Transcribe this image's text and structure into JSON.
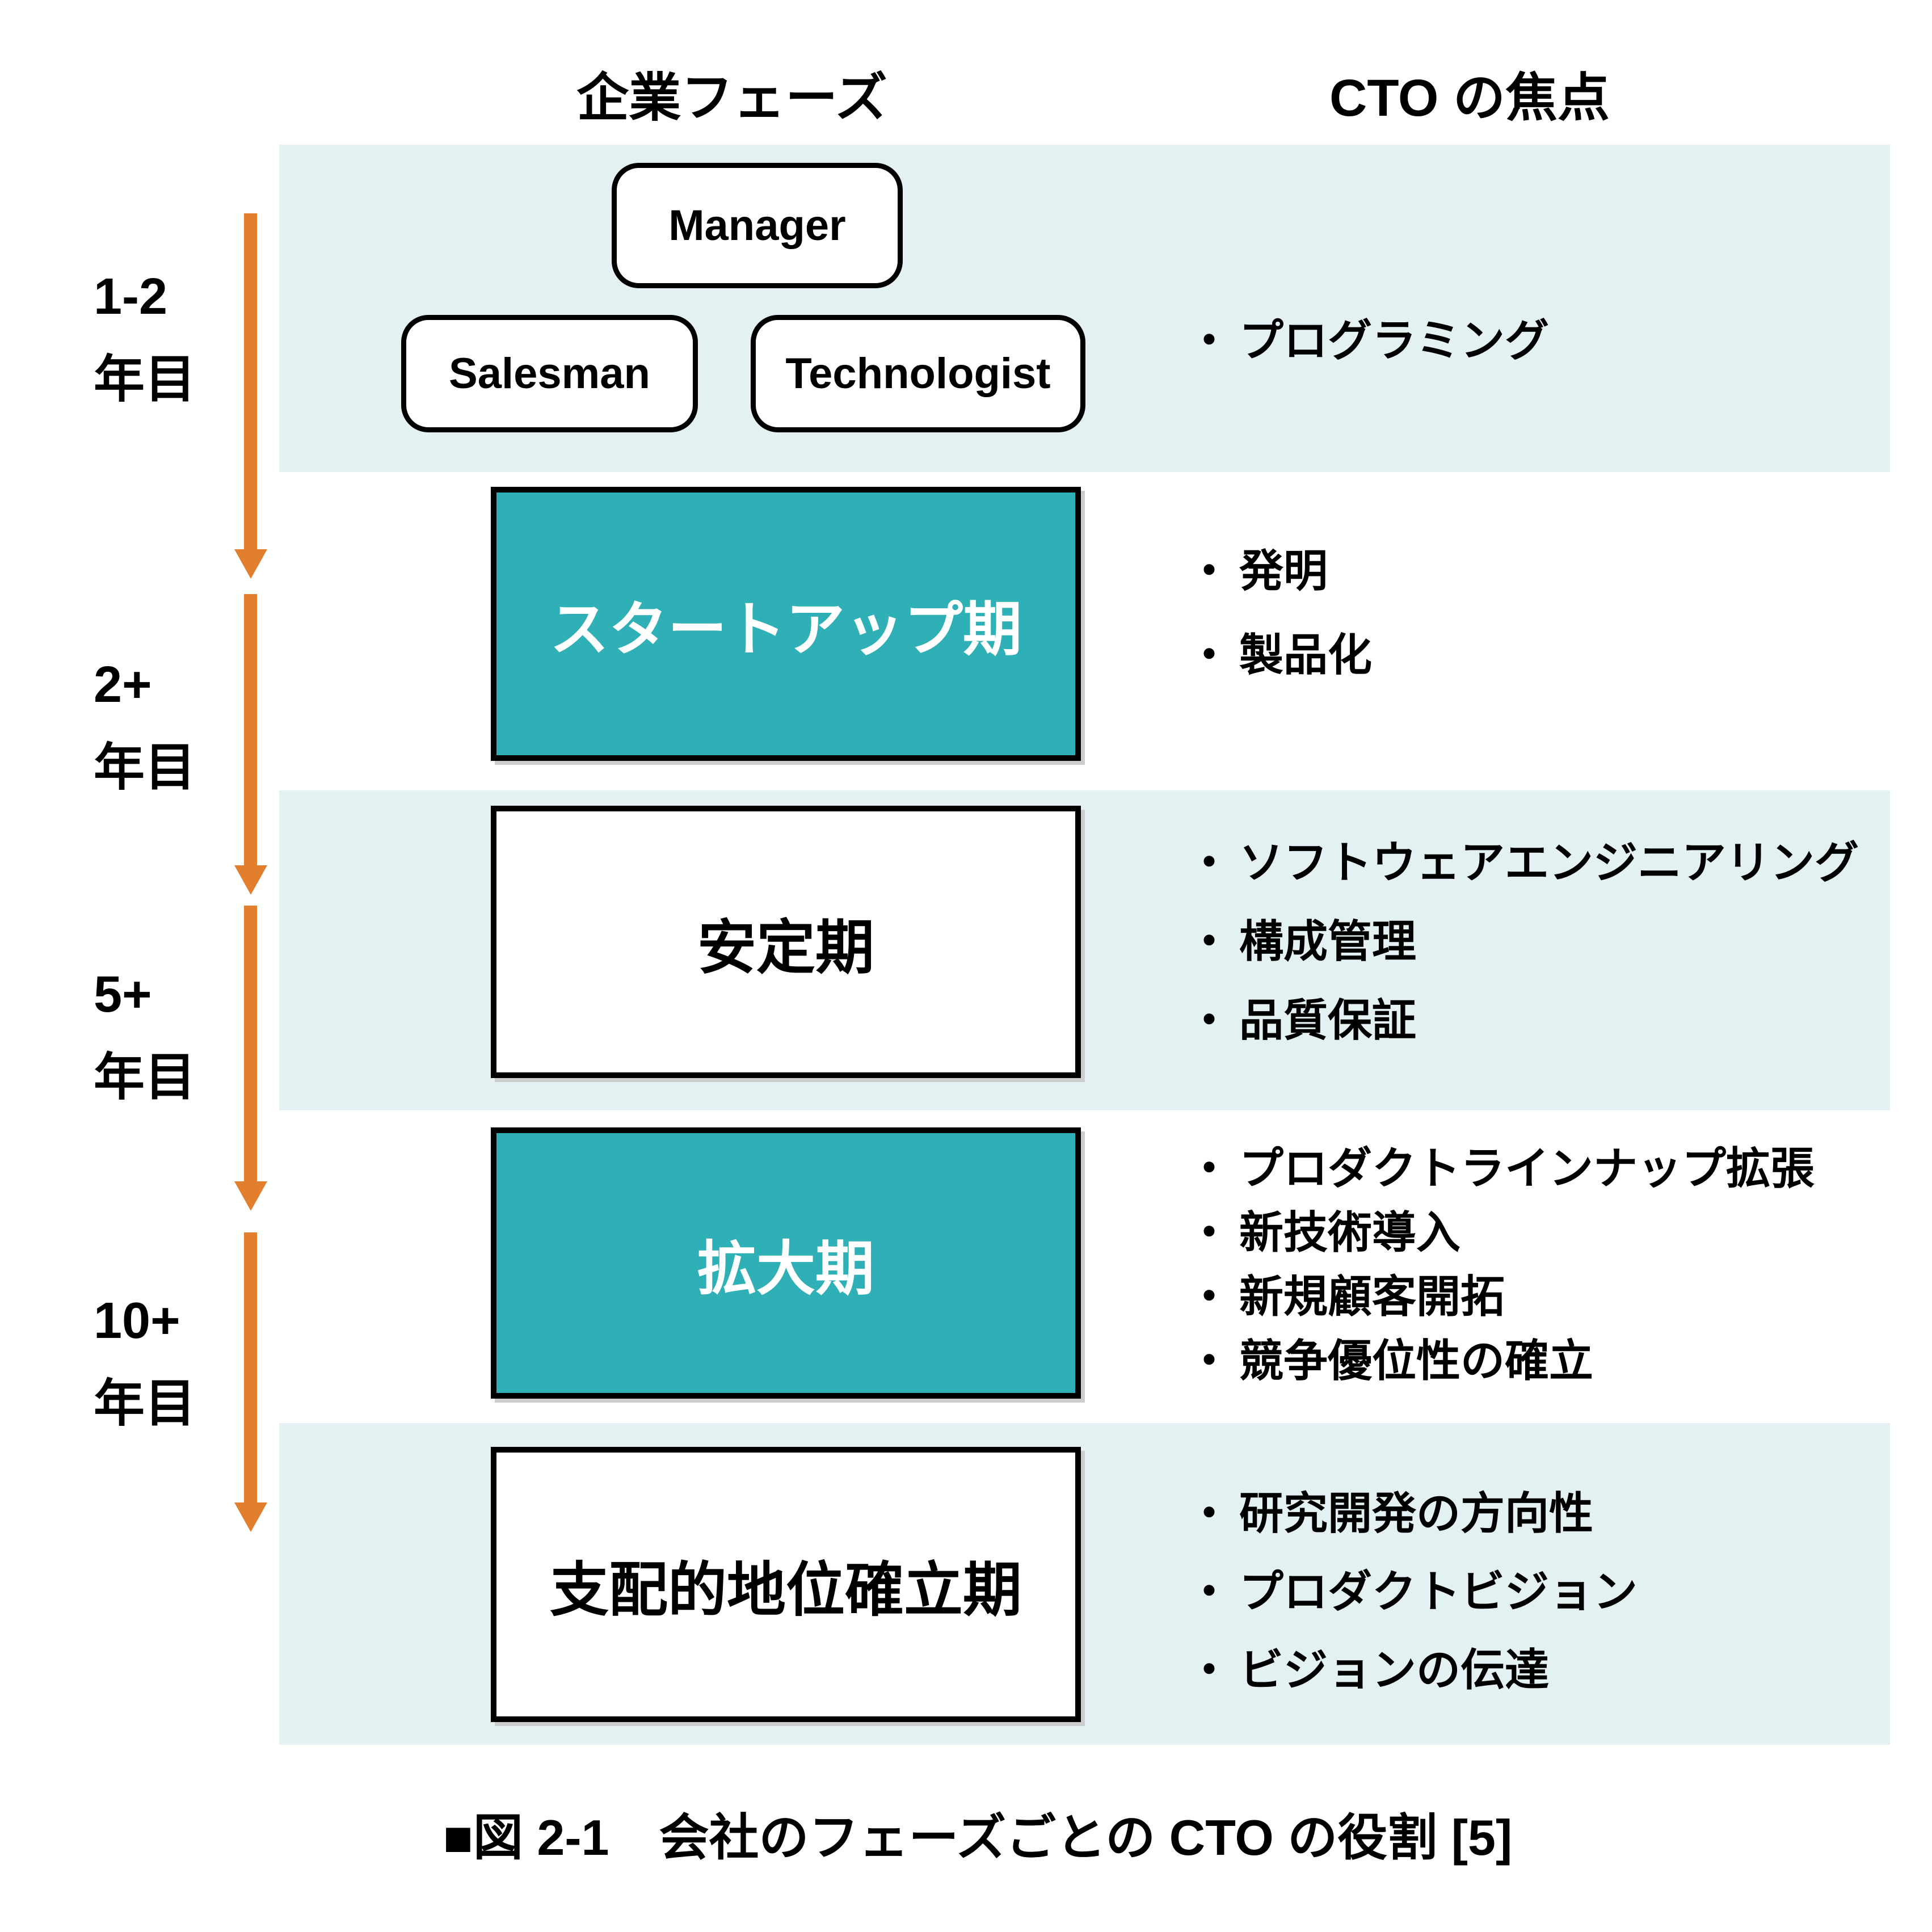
{
  "colors": {
    "teal": "#2EB0B6",
    "band": "#E4F1F3",
    "orange": "#E17F2F"
  },
  "bullet_char": "・",
  "header": {
    "company_phase_label": "企業フェーズ",
    "cto_focus_label": "CTO の焦点"
  },
  "timeline": {
    "years": [
      {
        "line1": "1-2",
        "line2": "年目"
      },
      {
        "line1": "2+",
        "line2": "年目"
      },
      {
        "line1": "5+",
        "line2": "年目"
      },
      {
        "line1": "10+",
        "line2": "年目"
      }
    ]
  },
  "founder_roles": [
    "Manager",
    "Salesman",
    "Technologist"
  ],
  "stages": [
    {
      "focus": [
        "プログラミング"
      ]
    },
    {
      "name": "スタートアップ期",
      "focus": [
        "発明",
        "製品化"
      ]
    },
    {
      "name": "安定期",
      "focus": [
        "ソフトウェアエンジニアリング",
        "構成管理",
        "品質保証"
      ]
    },
    {
      "name": "拡大期",
      "focus": [
        "プロダクトラインナップ拡張",
        "新技術導入",
        "新規顧客開拓",
        "競争優位性の確立"
      ]
    },
    {
      "name": "支配的地位確立期",
      "focus": [
        "研究開発の方向性",
        "プロダクトビジョン",
        "ビジョンの伝達"
      ]
    }
  ],
  "caption": "■図 2-1　会社のフェーズごとの CTO の役割 [5]"
}
